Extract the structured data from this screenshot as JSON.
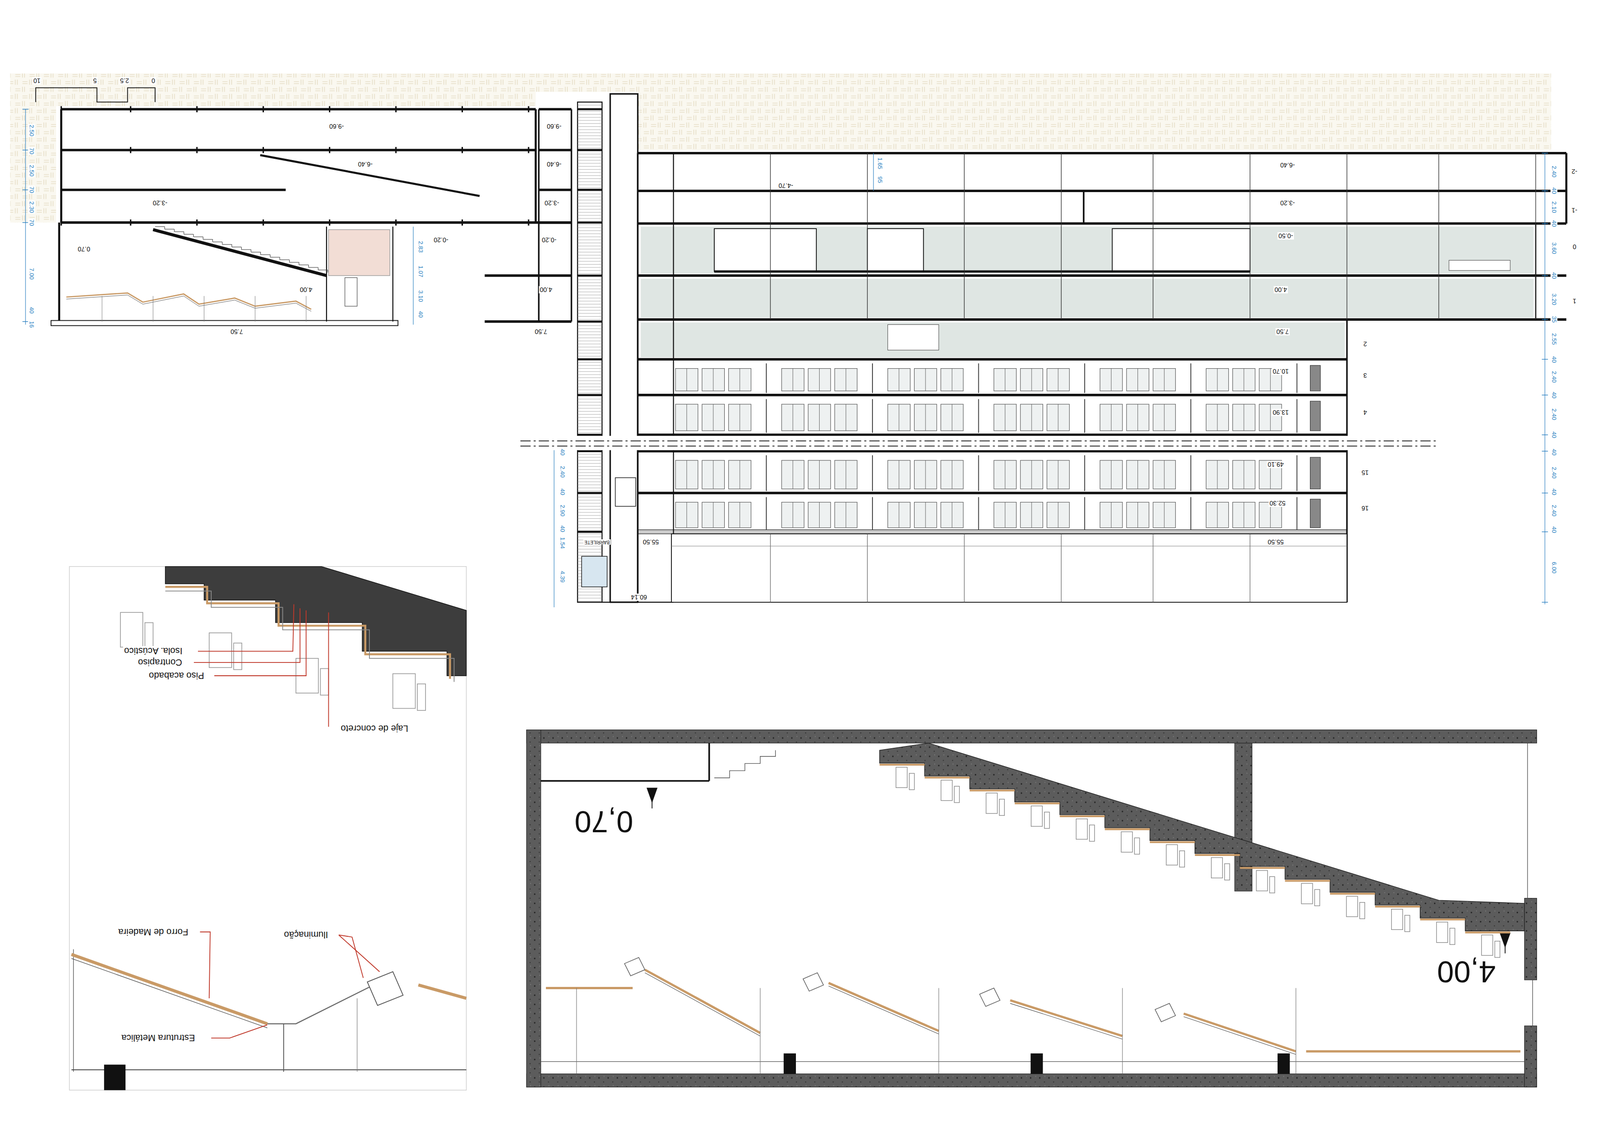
{
  "diagram": {
    "labels": [
      "0",
      "2.5",
      "5",
      "10",
      "-9.60",
      "-6.40",
      "-3.20",
      "-0.20",
      "0.70",
      "4.00",
      "7.50",
      "-9.60",
      "-6.40",
      "-3.20",
      "-0.20",
      "4.00",
      "7.50",
      "-4.70",
      "-6.40",
      "-3.20",
      "-0.50",
      "4.00",
      "7.50",
      "10.70",
      "13.90",
      "49.10",
      "52.30",
      "55.50",
      "55.50",
      "60.14",
      "-2",
      "-1",
      "0",
      "1",
      "2",
      "3",
      "4",
      "15",
      "16",
      "2.50",
      "70",
      "2.50",
      "70",
      "2.30",
      "70",
      "7.00",
      "40",
      "16",
      "2.83",
      "1.07",
      "3.10",
      "40",
      "2.40",
      "40",
      "2.10",
      "40",
      "3.60",
      "40",
      "3.20",
      "35",
      "2.55",
      "40",
      "2.40",
      "40",
      "2.40",
      "40",
      "40",
      "2.40",
      "40",
      "2.40",
      "40",
      "6.00",
      "40",
      "2.40",
      "40",
      "2.90",
      "40",
      "1.54",
      "4.39",
      "1.65",
      "95",
      "BARRILETE",
      "Laje de concreto",
      "Piso acabado",
      "Contrapiso",
      "Isola. Acústico",
      "Forro de Madeira",
      "Iluminação",
      "Estrutura Metálica",
      "0,70",
      "4,00"
    ]
  }
}
